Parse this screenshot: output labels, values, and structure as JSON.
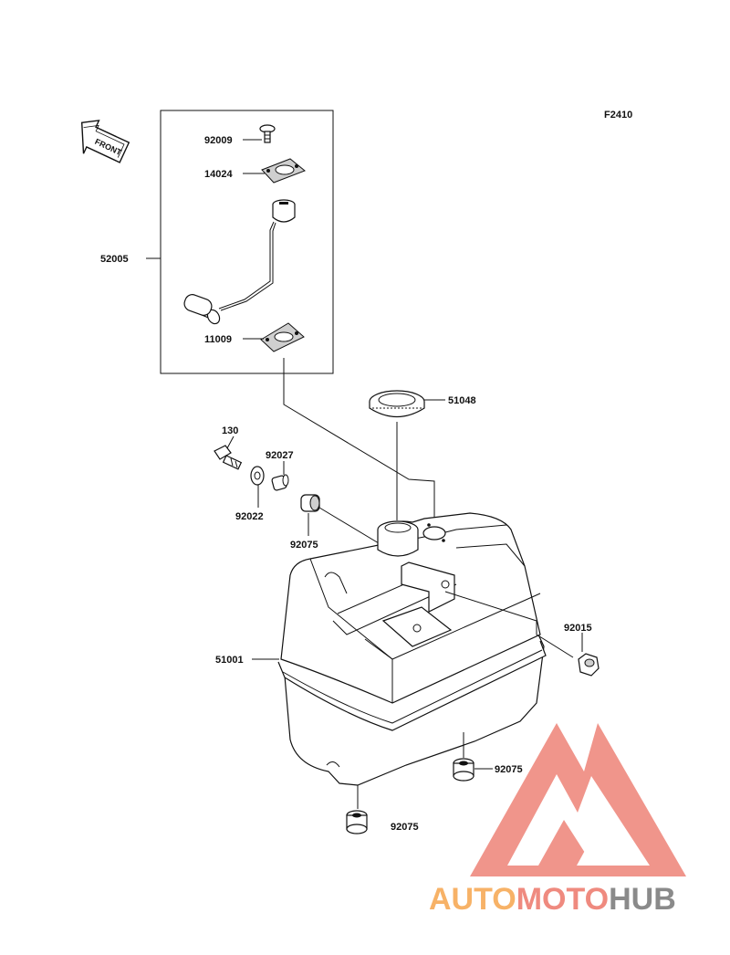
{
  "figure_code": "F2410",
  "front_arrow_label": "FRONT",
  "parts": {
    "p92009": "92009",
    "p14024": "14024",
    "p52005": "52005",
    "p11009": "11009",
    "p51048": "51048",
    "p130": "130",
    "p92027": "92027",
    "p92022": "92022",
    "p92075_a": "92075",
    "p92015": "92015",
    "p51001": "51001",
    "p92075_b": "92075",
    "p92075_c": "92075"
  },
  "watermark": {
    "part1": "AUTO",
    "part2": "MOTO",
    "part3": "HUB",
    "colors": {
      "orange": "#f7b267",
      "red": "#ef8a7f",
      "grey": "#8a8a8a"
    }
  }
}
